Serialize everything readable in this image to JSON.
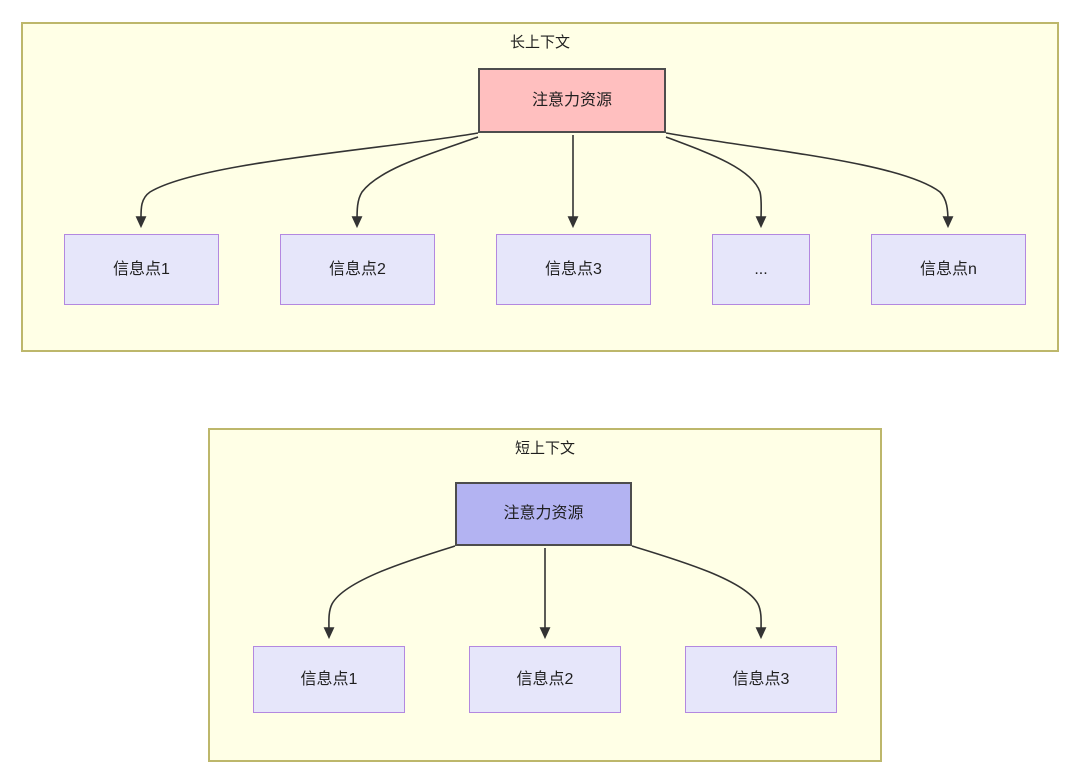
{
  "diagram": {
    "background_color": "#ffffff",
    "groups": [
      {
        "id": "long-context",
        "title": "长上下文",
        "fill_color": "#ffffe6",
        "border_color": "#bdb76b",
        "root": {
          "label": "注意力资源",
          "fill_color": "#ffbfbf",
          "border_color": "#4d4d4d"
        },
        "leaves": [
          {
            "label": "信息点1",
            "fill_color": "#e6e6fa",
            "border_color": "#b388e0"
          },
          {
            "label": "信息点2",
            "fill_color": "#e6e6fa",
            "border_color": "#b388e0"
          },
          {
            "label": "信息点3",
            "fill_color": "#e6e6fa",
            "border_color": "#b388e0"
          },
          {
            "label": "...",
            "fill_color": "#e6e6fa",
            "border_color": "#b388e0"
          },
          {
            "label": "信息点n",
            "fill_color": "#e6e6fa",
            "border_color": "#b388e0"
          }
        ]
      },
      {
        "id": "short-context",
        "title": "短上下文",
        "fill_color": "#ffffe6",
        "border_color": "#bdb76b",
        "root": {
          "label": "注意力资源",
          "fill_color": "#b3b3f2",
          "border_color": "#4d4d4d"
        },
        "leaves": [
          {
            "label": "信息点1",
            "fill_color": "#e6e6fa",
            "border_color": "#b388e0"
          },
          {
            "label": "信息点2",
            "fill_color": "#e6e6fa",
            "border_color": "#b388e0"
          },
          {
            "label": "信息点3",
            "fill_color": "#e6e6fa",
            "border_color": "#b388e0"
          }
        ]
      }
    ],
    "edge_color": "#333333",
    "edge_count_long": 5,
    "edge_count_short": 3
  }
}
